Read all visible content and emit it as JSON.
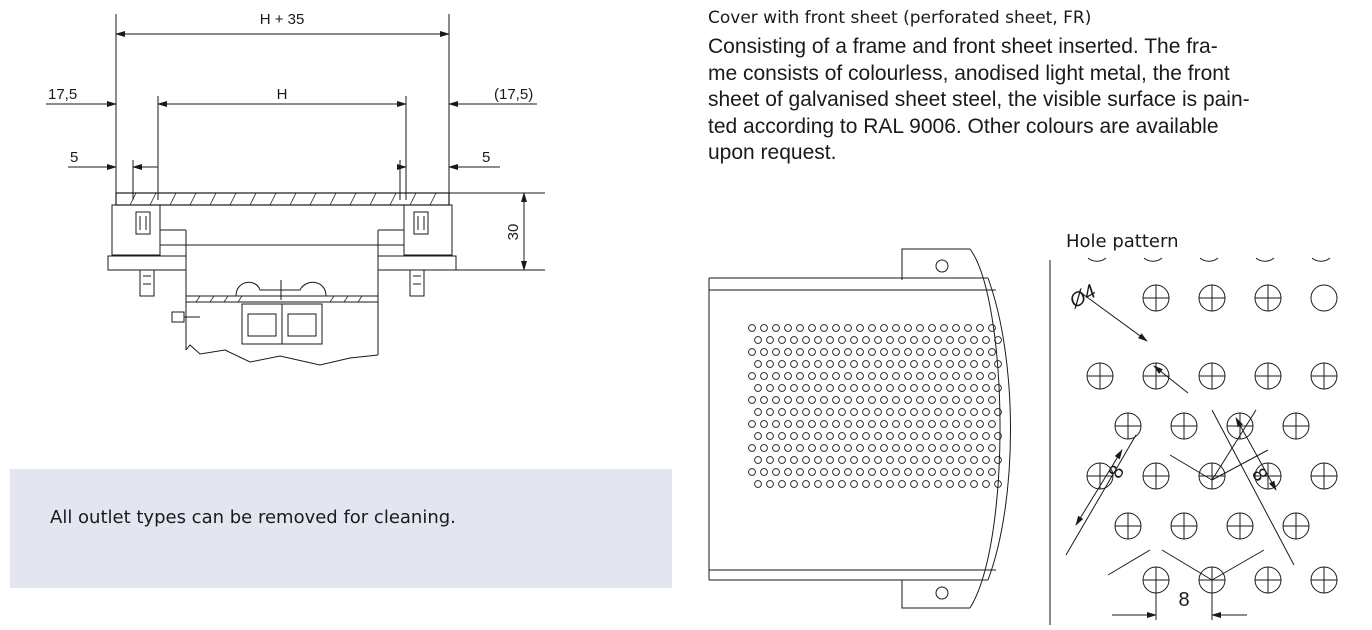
{
  "cross_section": {
    "dim_overall": "H + 35",
    "dim_left_offset": "17,5",
    "dim_inner": "H",
    "dim_right_offset": "(17,5)",
    "dim_left_small": "5",
    "dim_right_small": "5",
    "dim_height": "30"
  },
  "note": {
    "text": "All outlet types can be removed for cleaning."
  },
  "cover": {
    "title": "Cover with front sheet (perforated sheet, FR)",
    "description_lines": [
      "Consisting of a frame and front sheet inserted. The fra-",
      "me consists of colourless, anodised light metal, the front",
      "sheet of galvanised sheet steel, the visible surface is pain-",
      "ted according to RAL 9006. Other colours are available",
      "upon request."
    ]
  },
  "hole_pattern": {
    "title": "Hole pattern",
    "diameter_label": "Ø4",
    "pitch_label_left": "8",
    "pitch_label_right": "8",
    "pitch_label_bottom": "8"
  },
  "colors": {
    "line": "#1a1a1a",
    "note_background": "#e3e6f1"
  }
}
